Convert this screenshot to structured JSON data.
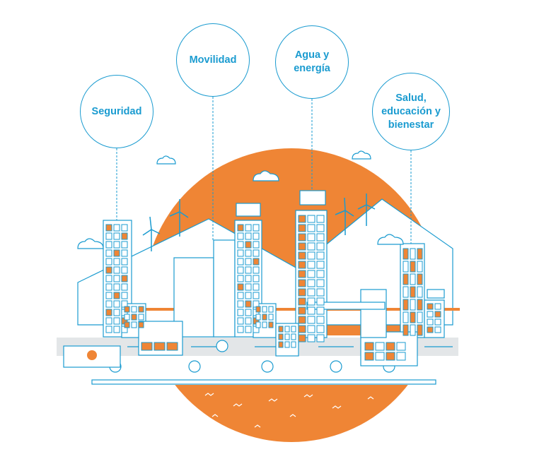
{
  "categories": [
    {
      "id": "seguridad",
      "label": "Seguridad"
    },
    {
      "id": "movilidad",
      "label": "Movilidad"
    },
    {
      "id": "agua-energia",
      "label": "Agua y energía"
    },
    {
      "id": "salud",
      "label": "Salud, educación y bienestar"
    }
  ],
  "colors": {
    "blue": "#1a9bd0",
    "orange": "#ef8535",
    "grey": "#e3e6e8"
  }
}
